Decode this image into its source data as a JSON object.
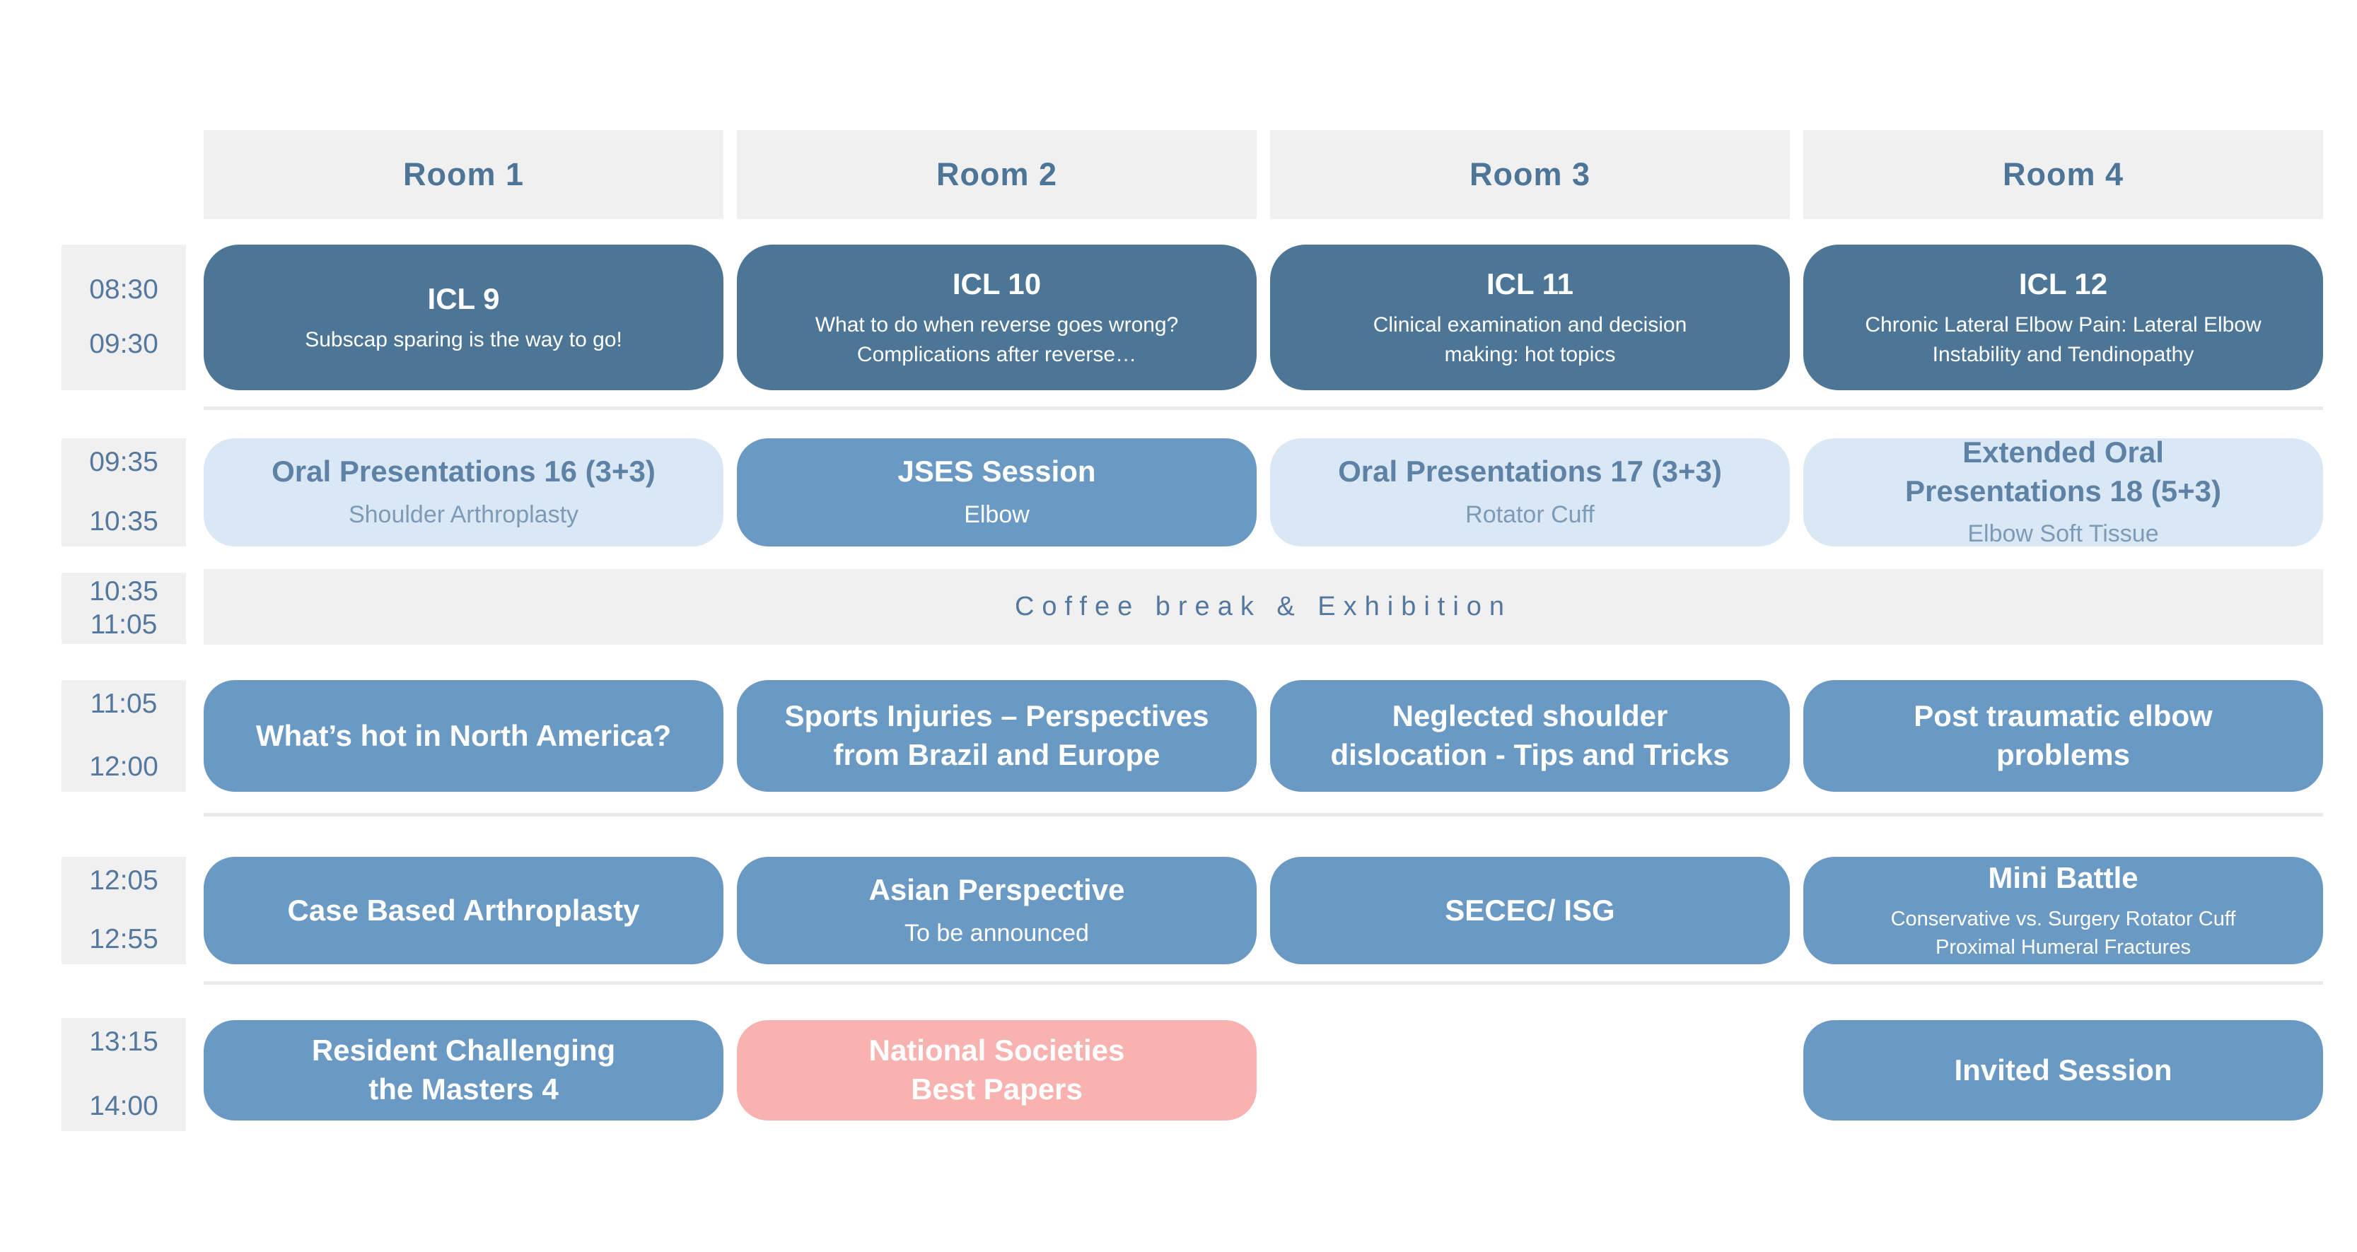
{
  "colors": {
    "card_dark_blue": "#4C7596",
    "card_medium_blue": "#6A9AC3",
    "card_light_blue": "#DAE7F5",
    "card_pink": "#F8B3B0",
    "band_gray": "#F0F0F0",
    "divider_gray": "#EAEAEA",
    "slate_text": "#54789E",
    "header_text": "#4D7598",
    "light_card_title": "#5E82A6",
    "light_card_subtitle": "#7D9AB7",
    "card_text_white": "#FFFFFF"
  },
  "header": {
    "rooms": [
      "Room 1",
      "Room 2",
      "Room 3",
      "Room 4"
    ]
  },
  "schedule": {
    "rows": [
      {
        "start": "08:30",
        "end": "09:30",
        "sessions": [
          {
            "style": "dark",
            "title": "ICL 9",
            "subtitle": "Subscap sparing is the way to go!"
          },
          {
            "style": "dark",
            "title": "ICL 10",
            "subtitle": "What to do when reverse goes wrong?\nComplications after reverse…"
          },
          {
            "style": "dark",
            "title": "ICL 11",
            "subtitle": "Clinical examination and decision\nmaking: hot topics"
          },
          {
            "style": "dark",
            "title": "ICL 12",
            "subtitle": "Chronic Lateral Elbow Pain: Lateral Elbow\nInstability and Tendinopathy"
          }
        ]
      },
      {
        "start": "09:35",
        "end": "10:35",
        "sessions": [
          {
            "style": "light",
            "title": "Oral Presentations 16 (3+3)",
            "subtitle": "Shoulder Arthroplasty"
          },
          {
            "style": "medium",
            "title": "JSES Session",
            "subtitle": "Elbow"
          },
          {
            "style": "light",
            "title": "Oral Presentations 17 (3+3)",
            "subtitle": "Rotator Cuff"
          },
          {
            "style": "light",
            "title": "Extended Oral\nPresentations 18 (5+3)",
            "subtitle": "Elbow Soft Tissue"
          }
        ]
      },
      {
        "start": "11:05",
        "end": "12:00",
        "sessions": [
          {
            "style": "medium",
            "title": "What’s hot in North America?"
          },
          {
            "style": "medium",
            "title": "Sports Injuries – Perspectives\nfrom Brazil and Europe"
          },
          {
            "style": "medium",
            "title": "Neglected shoulder\ndislocation - Tips and Tricks"
          },
          {
            "style": "medium",
            "title": "Post traumatic elbow\nproblems"
          }
        ]
      },
      {
        "start": "12:05",
        "end": "12:55",
        "sessions": [
          {
            "style": "medium",
            "title": "Case Based Arthroplasty"
          },
          {
            "style": "medium",
            "title": "Asian Perspective",
            "subtitle": "To be announced"
          },
          {
            "style": "medium",
            "title": "SECEC/ ISG"
          },
          {
            "style": "medium",
            "title": "Mini Battle",
            "subtitle": "Conservative vs. Surgery Rotator Cuff\nProximal Humeral Fractures"
          }
        ]
      },
      {
        "start": "13:15",
        "end": "14:00",
        "sessions": [
          {
            "style": "medium",
            "title": "Resident Challenging\nthe Masters 4"
          },
          {
            "style": "pink",
            "title": "National Societies\nBest Papers"
          },
          {
            "style": "empty",
            "title": ""
          },
          {
            "style": "medium",
            "title": "Invited Session"
          }
        ]
      }
    ],
    "coffee_break": {
      "start": "10:35",
      "end": "11:05",
      "label": "Coffee break & Exhibition"
    }
  }
}
